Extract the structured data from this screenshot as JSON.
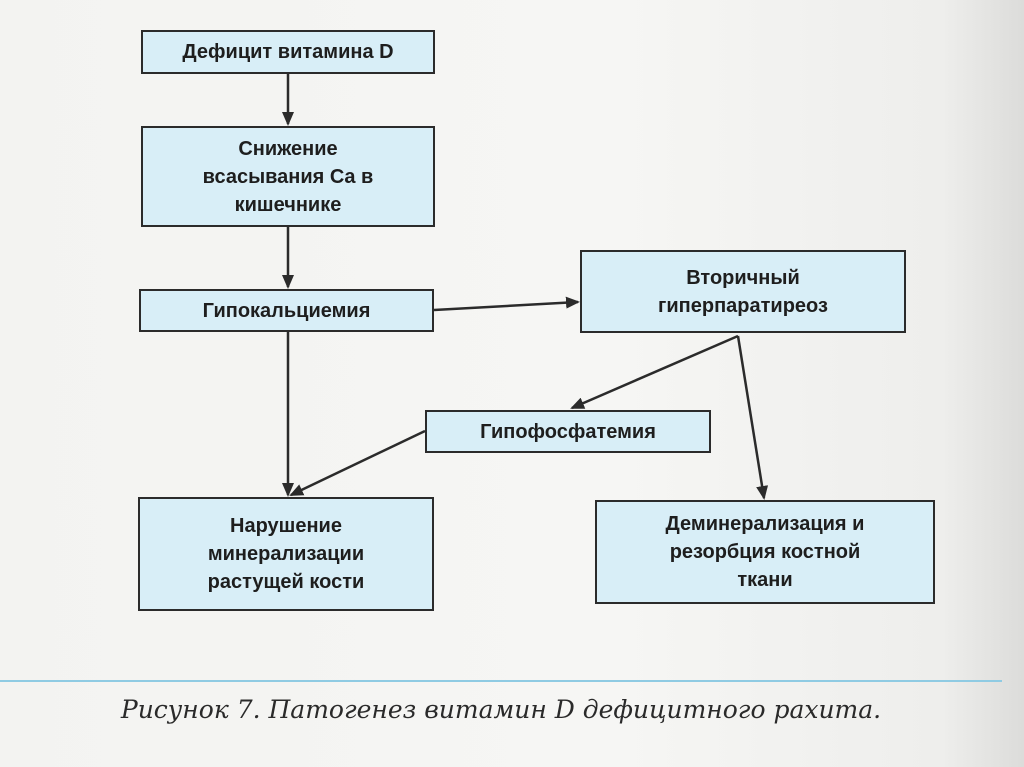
{
  "diagram": {
    "nodes": {
      "deficit": "Дефицит витамина D",
      "absorption": "Снижение\nвсасывания Ca в\nкишечнике",
      "hypocalcemia": "Гипокальциемия",
      "hyperparathyroidism": "Вторичный\nгиперпаратиреоз",
      "hypophosphatemia": "Гипофосфатемия",
      "mineralization": "Нарушение\nминерализации\nрастущей кости",
      "demineralization": "Деминерализация и\nрезорбция костной\nткани"
    },
    "edges": [
      {
        "from": "deficit",
        "to": "absorption"
      },
      {
        "from": "absorption",
        "to": "hypocalcemia"
      },
      {
        "from": "hypocalcemia",
        "to": "hyperparathyroidism"
      },
      {
        "from": "hypocalcemia",
        "to": "mineralization"
      },
      {
        "from": "hyperparathyroidism",
        "to": "hypophosphatemia"
      },
      {
        "from": "hyperparathyroidism",
        "to": "demineralization"
      },
      {
        "from": "hypophosphatemia",
        "to": "mineralization"
      }
    ],
    "colors": {
      "box_fill": "#d8eef7",
      "box_border": "#2b2b2b",
      "arrow": "#2b2b2b",
      "caption_rule": "#8fcbe3"
    }
  },
  "caption": "Рисунок 7. Патогенез витамин D дефицитного рахита."
}
